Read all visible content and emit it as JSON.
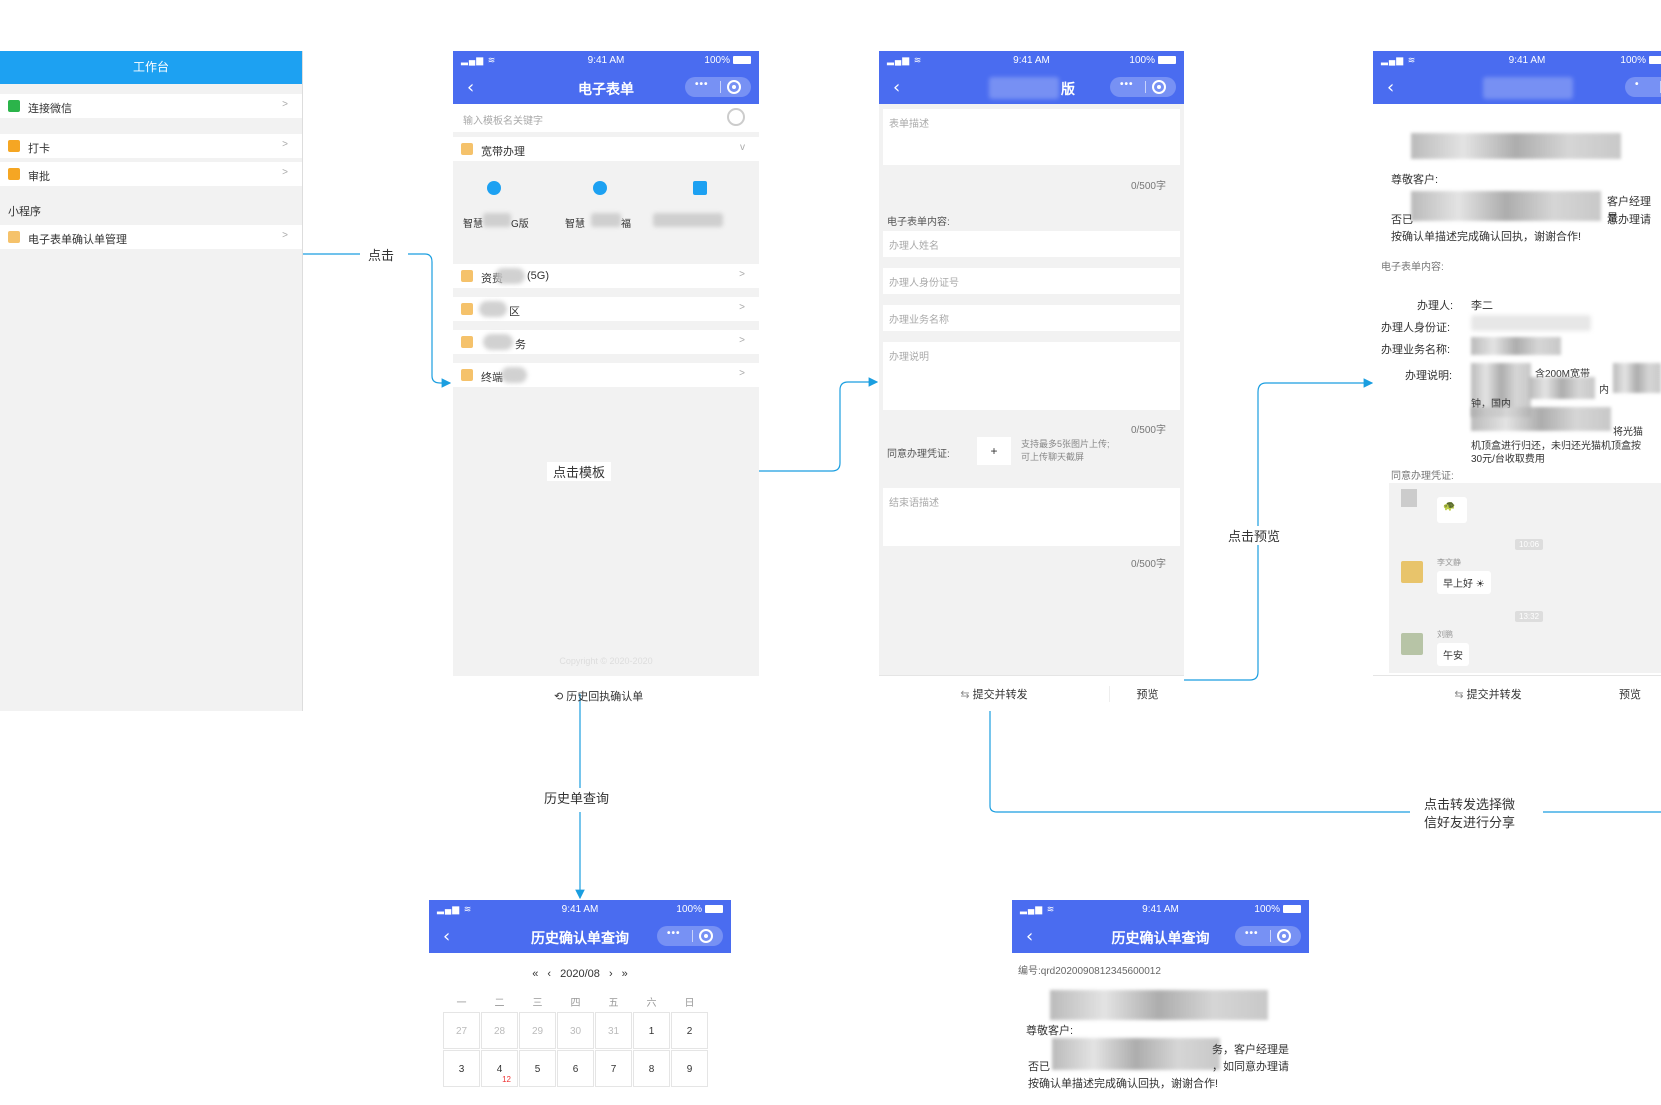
{
  "workbench": {
    "title": "工作台",
    "items": [
      "连接微信",
      "打卡",
      "审批"
    ],
    "section": "小程序",
    "mini_item": "电子表单确认单管理"
  },
  "status": {
    "time": "9:41 AM",
    "battery": "100%"
  },
  "form_list": {
    "title": "电子表单",
    "search_placeholder": "输入模板名关键字",
    "category_open": "宽带办理",
    "grid": [
      "智慧",
      "智慧",
      ""
    ],
    "grid_suffix": [
      "G版",
      "福",
      ""
    ],
    "categories": [
      "资费",
      "区",
      "务",
      "终端"
    ],
    "cat_suffix": [
      "(5G)"
    ],
    "copyright": "Copyright © 2020-2020",
    "history_link": "历史回执确认单"
  },
  "form_edit": {
    "title_suffix": "版",
    "desc_placeholder": "表单描述",
    "counter": "0/500字",
    "content_label": "电子表单内容:",
    "f_name": "办理人姓名",
    "f_id": "办理人身份证号",
    "f_biz": "办理业务名称",
    "f_note": "办理说明",
    "voucher_label": "同意办理凭证:",
    "voucher_hint1": "支持最多5张图片上传;",
    "voucher_hint2": "可上传聊天截屏",
    "end_placeholder": "结束语描述",
    "submit": "提交并转发",
    "preview": "预览"
  },
  "preview": {
    "greeting": "尊敬客户:",
    "body_right1": "客户经理是",
    "body_left2": "否已",
    "body_right2": "意办理请",
    "body_line3": "按确认单描述完成确认回执，谢谢合作!",
    "content_label": "电子表单内容:",
    "handler_label": "办理人:",
    "handler_value": "李二",
    "id_label": "办理人身份证:",
    "biz_label": "办理业务名称:",
    "note_label": "办理说明:",
    "note_frag1": "含200M宽带",
    "note_frag2": "钟，国内",
    "note_frag3": "内",
    "note_frag4": "将光猫",
    "note_line5": "机顶盒进行归还，未归还光猫机顶盒按",
    "note_line6": "30元/台收取费用",
    "voucher_label": "同意办理凭证:",
    "chat_name2": "李文静",
    "chat_msg2": "早上好",
    "chat_time1": "10:06",
    "chat_time2": "13:32",
    "chat_name3": "刘鹏",
    "chat_msg3": "午安",
    "submit": "提交并转发",
    "preview": "预览"
  },
  "history": {
    "title": "历史确认单查询",
    "month": "2020/08",
    "weekdays": [
      "一",
      "二",
      "三",
      "四",
      "五",
      "六",
      "日"
    ],
    "row1": [
      "27",
      "28",
      "29",
      "30",
      "31",
      "1",
      "2"
    ],
    "row2": [
      "3",
      "4",
      "5",
      "6",
      "7",
      "8",
      "9"
    ],
    "badge": "12"
  },
  "detail": {
    "title": "历史确认单查询",
    "number": "编号:qrd2020090812345600012",
    "greeting": "尊敬客户:",
    "line1": "务，客户经理是",
    "line2a": "否已",
    "line2b": "，如同意办理请",
    "line3": "按确认单描述完成确认回执，谢谢合作!"
  },
  "annotations": {
    "click": "点击",
    "click_template": "点击模板",
    "history_query": "历史单查询",
    "click_preview": "点击预览",
    "share_line1": "点击转发选择微",
    "share_line2": "信好友进行分享"
  },
  "colors": {
    "accent": "#4a6cf0",
    "workbench": "#1da1f2",
    "connector": "#1a9ee0"
  }
}
